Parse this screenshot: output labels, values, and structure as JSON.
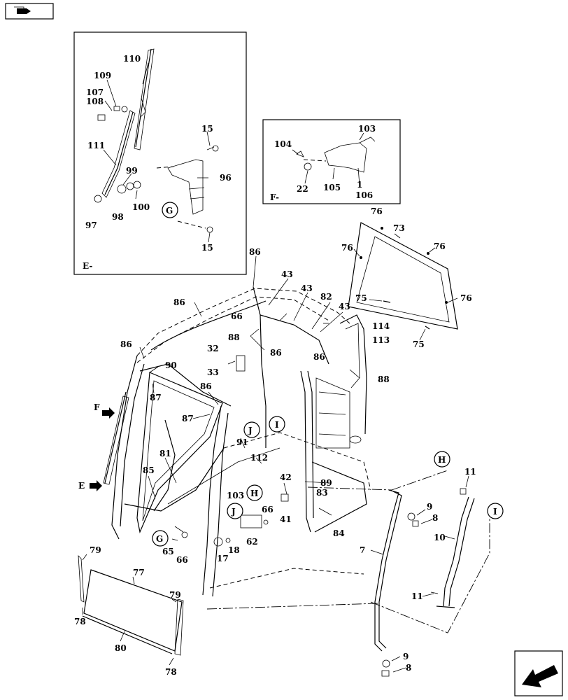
{
  "detail_e": {
    "tag": "E-"
  },
  "detail_f": {
    "tag": "F-"
  },
  "callouts": {
    "g": "G",
    "h": "H",
    "i": "I",
    "j": "J"
  },
  "arrows": {
    "e": "E",
    "f": "F"
  },
  "part_labels": {
    "p110": "110",
    "p109": "109",
    "p107": "107",
    "p108": "108",
    "p111": "111",
    "p99": "99",
    "p100": "100",
    "p97": "97",
    "p98": "98",
    "p96": "96",
    "p15a": "15",
    "p15b": "15",
    "p104": "104",
    "p103a": "103",
    "p22": "22",
    "p105": "105",
    "p1": "1",
    "p106": "106",
    "p76a": "76",
    "p73": "73",
    "p76b": "76",
    "p76c": "76",
    "p76d": "76",
    "p75a": "75",
    "p75b": "75",
    "p86a": "86",
    "p86b": "86",
    "p86c": "86",
    "p86d": "86",
    "p86e": "86",
    "p86f": "86",
    "p43a": "43",
    "p43b": "43",
    "p43c": "43",
    "p82": "82",
    "p66a": "66",
    "p88a": "88",
    "p88b": "88",
    "p114": "114",
    "p113": "113",
    "p32": "32",
    "p33": "33",
    "p90": "90",
    "p87a": "87",
    "p87b": "87",
    "p91": "91",
    "p81": "81",
    "p85": "85",
    "p112": "112",
    "p103b": "103",
    "p42": "42",
    "p89": "89",
    "p41": "41",
    "p83": "83",
    "p84": "84",
    "p66b": "66",
    "p62": "62",
    "p17": "17",
    "p18": "18",
    "p65": "65",
    "p66c": "66",
    "p79a": "79",
    "p77": "77",
    "p79b": "79",
    "p78a": "78",
    "p80": "80",
    "p78b": "78",
    "p7": "7",
    "p9a": "9",
    "p8a": "8",
    "p11a": "11",
    "p10": "10",
    "p11b": "11",
    "p9b": "9",
    "p8b": "8"
  }
}
